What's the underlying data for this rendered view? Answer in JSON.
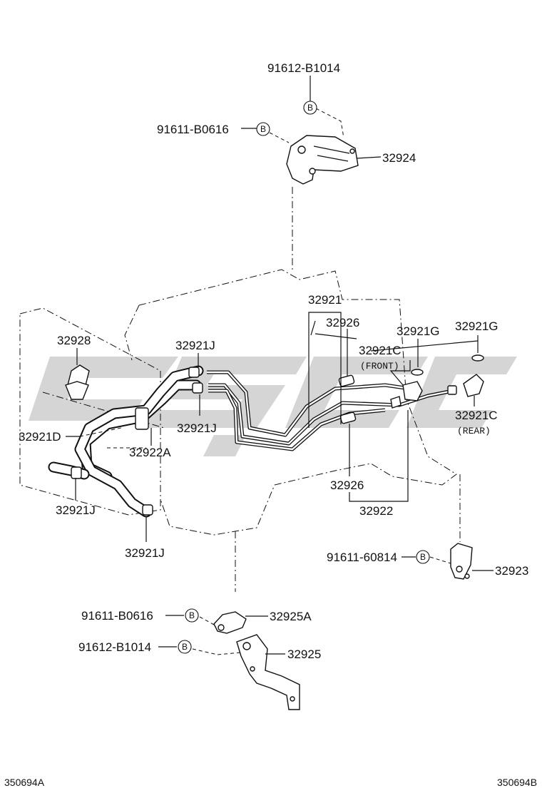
{
  "labels": {
    "bolt_top": "91612-B1014",
    "bolt_top2": "91611-B0616",
    "bracket_top": "32924",
    "tube_set": "32921",
    "grommet_upper": "32926",
    "gasket_left": "32921G",
    "gasket_right": "32921G",
    "union_front": "32921C",
    "front_note": "(FRONT)",
    "union_rear": "32921C",
    "rear_note": "(REAR)",
    "clamp_top_left": "32928",
    "clip_top_a": "32921J",
    "clip_top_b": "32921J",
    "hose_d": "32921D",
    "hose_a": "32922A",
    "clip_mid": "32921J",
    "clip_low": "32921J",
    "grommet_lower": "32926",
    "tube_set_lower": "32922",
    "bolt_mid": "91611-60814",
    "bracket_mid": "32923",
    "bolt_bottom1": "91611-B0616",
    "bracket_bottom_a": "32925A",
    "bolt_bottom2": "91612-B1014",
    "bracket_bottom": "32925",
    "code_left": "350694A",
    "code_right": "350694B"
  },
  "symbols": {
    "bolt_marker": "B",
    "bolt_marker_icon": "circled-b-icon"
  },
  "colors": {
    "line": "#111111",
    "background": "#ffffff",
    "watermark": "#9a9a9a"
  }
}
